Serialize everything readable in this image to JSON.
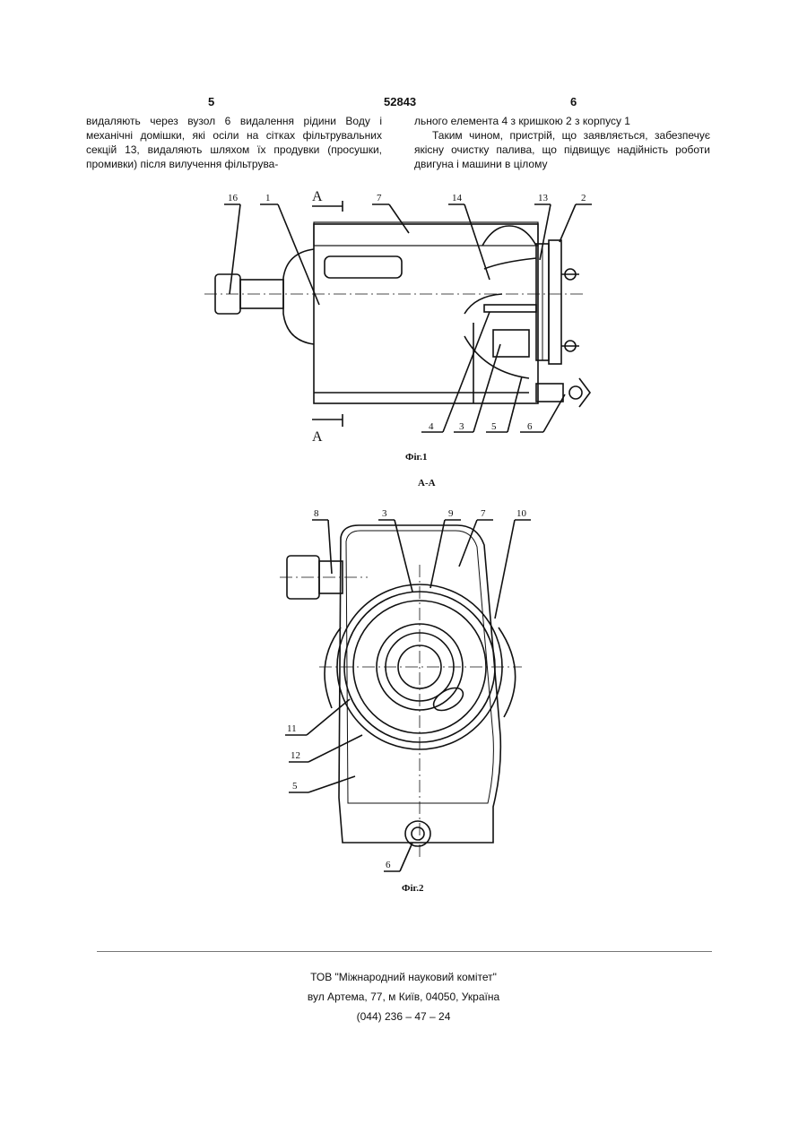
{
  "header": {
    "page_left": "5",
    "patent_number": "52843",
    "page_right": "6"
  },
  "columns": {
    "left": "видаляють через вузол 6 видалення рідини Воду і механічні домішки, які осіли на сітках фільтрувальних секцій 13, видаляють шляхом їх продувки (просушки, промивки) після вилучення фільтрува-",
    "right_1": "льного елемента 4 з кришкою 2 з корпусу 1",
    "right_2": "Таким чином, пристрій, що заявляється, забезпечує якісну очистку палива, що підвищує надійність роботи двигуна і машини в цілому"
  },
  "figure1": {
    "caption": "Фіг.1",
    "section_mark": "А",
    "labels": [
      "16",
      "1",
      "7",
      "14",
      "13",
      "2",
      "4",
      "3",
      "5",
      "6"
    ]
  },
  "section_title": "А-А",
  "figure2": {
    "caption": "Фіг.2",
    "labels": [
      "8",
      "3",
      "9",
      "7",
      "10",
      "11",
      "12",
      "5",
      "6"
    ]
  },
  "footer": {
    "company": "ТОВ \"Міжнародний науковий комітет\"",
    "address": "вул Артема, 77, м Київ, 04050, Україна",
    "phone": "(044) 236 – 47 – 24"
  }
}
